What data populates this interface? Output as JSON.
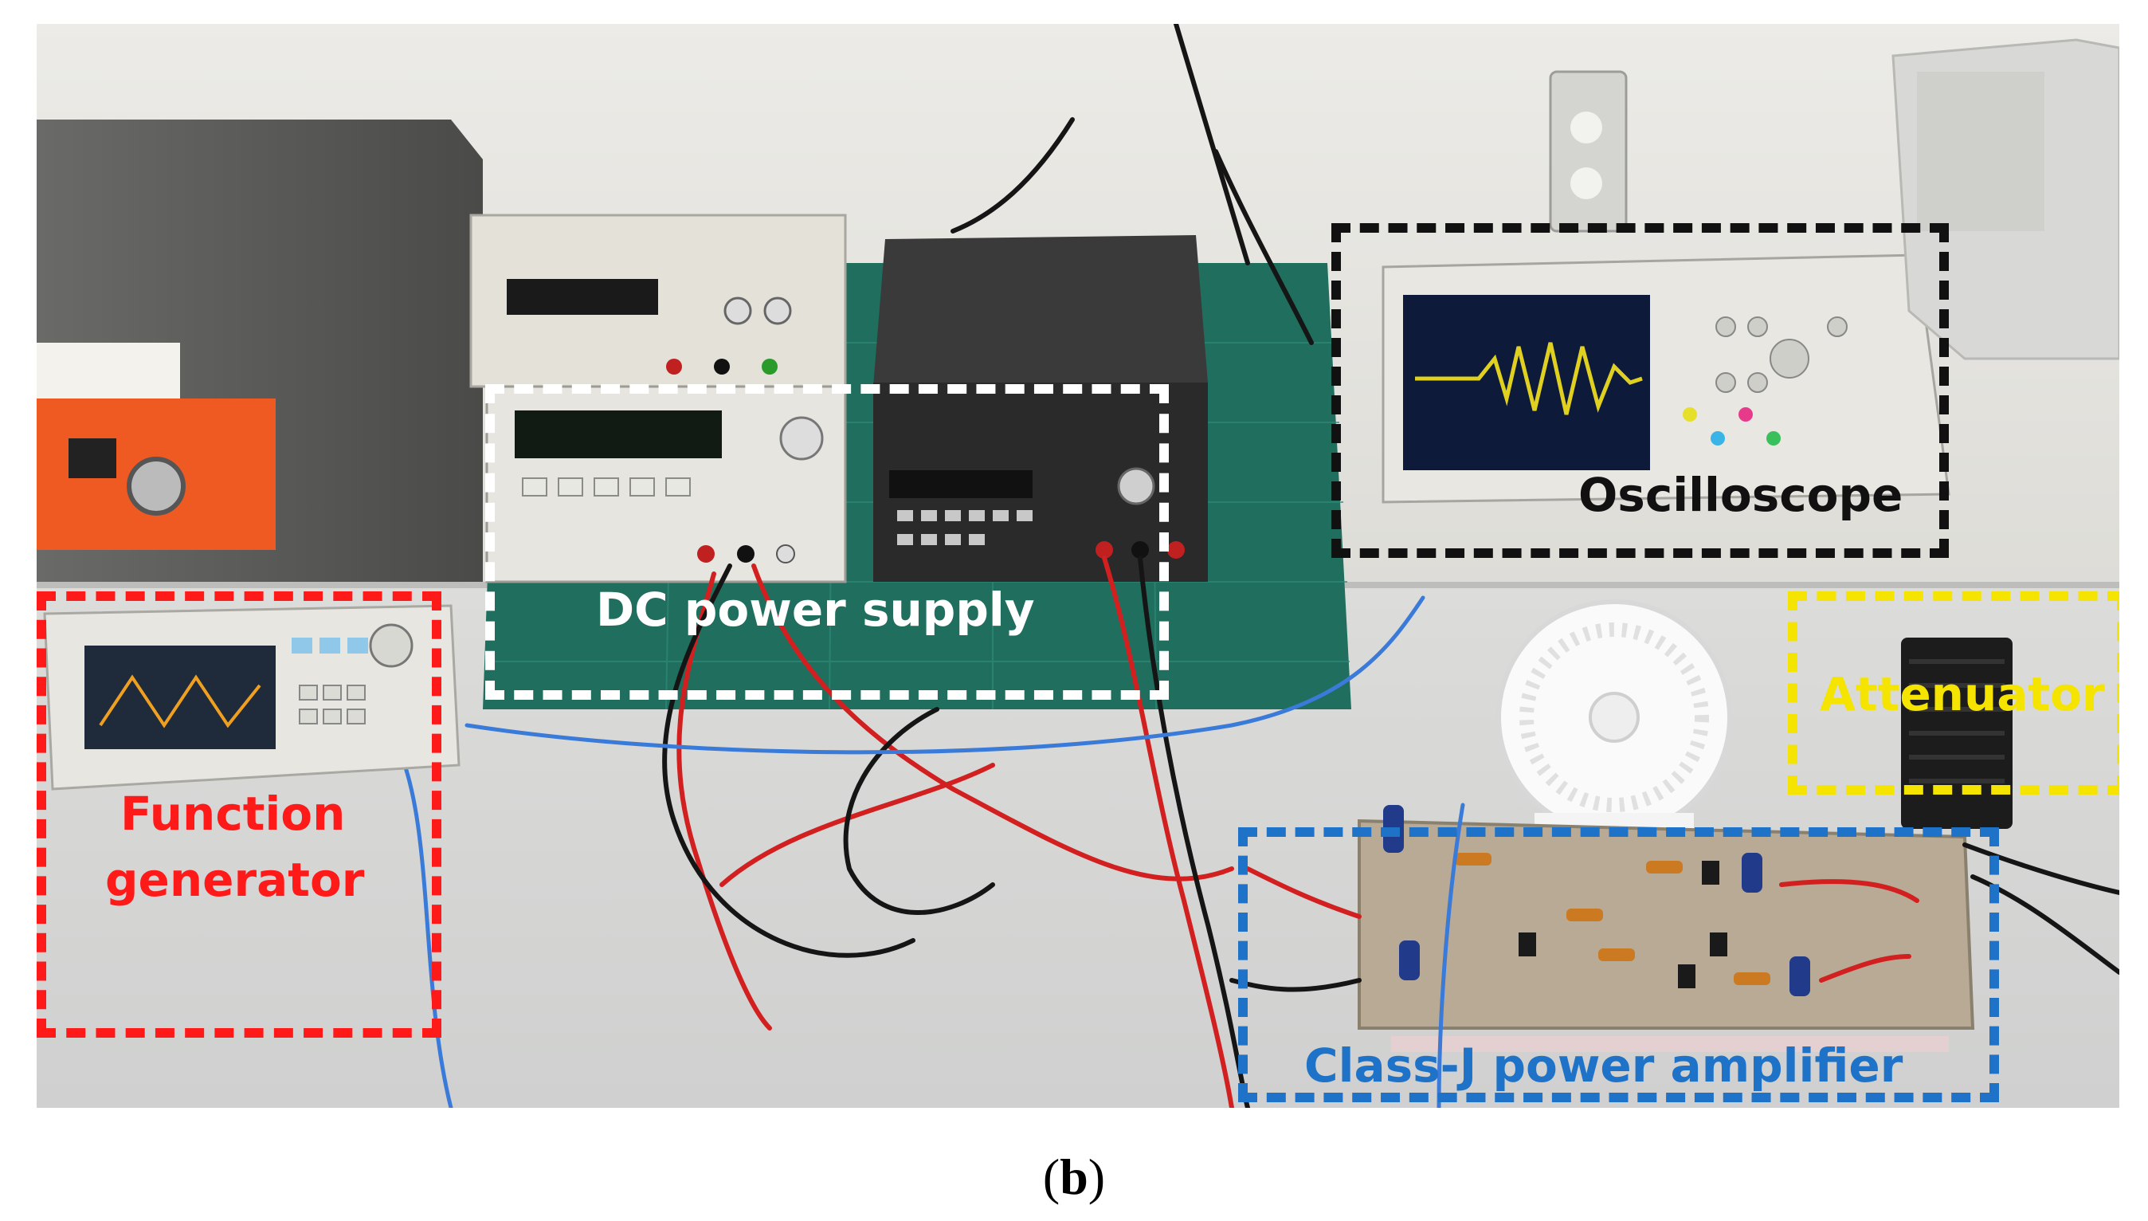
{
  "photo": {
    "labels": {
      "function_generator": {
        "line1": "Function",
        "line2": "generator",
        "color": "#ff1a1a"
      },
      "dc_power_supply": {
        "text": "DC power supply",
        "color": "#ffffff"
      },
      "oscilloscope": {
        "text": "Oscilloscope",
        "color": "#111111"
      },
      "attenuator": {
        "text": "Attenuator",
        "color": "#f5e400"
      },
      "class_j_pa": {
        "text": "Class-J power amplifier",
        "color": "#1e73c8"
      }
    }
  },
  "caption": {
    "open": "(",
    "letter": "b",
    "close": ")"
  }
}
